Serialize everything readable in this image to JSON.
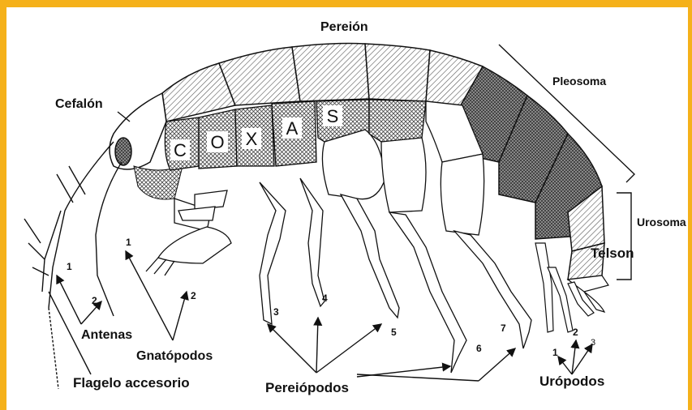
{
  "colors": {
    "frame": "#f5b11a",
    "ink": "#111111",
    "hatch": "#555555"
  },
  "labels": {
    "pereion": "Pereión",
    "cefalon": "Cefalón",
    "pleosoma": "Pleosoma",
    "urosoma": "Urosoma",
    "telson": "Telson",
    "antenas": "Antenas",
    "gnatopodos": "Gnatópodos",
    "flagelo": "Flagelo accesorio",
    "pereiopodos": "Pereiópodos",
    "uropodos": "Urópodos"
  },
  "coxas_letters": [
    "C",
    "O",
    "X",
    "A",
    "S"
  ],
  "numbers": {
    "antenna_1": "1",
    "antenna_2": "2",
    "gnato_1": "1",
    "gnato_2": "2",
    "pereio_3": "3",
    "pereio_4": "4",
    "pereio_5": "5",
    "pereio_6": "6",
    "pereio_7": "7",
    "uro_1": "1",
    "uro_2": "2",
    "uro_3": "3"
  }
}
